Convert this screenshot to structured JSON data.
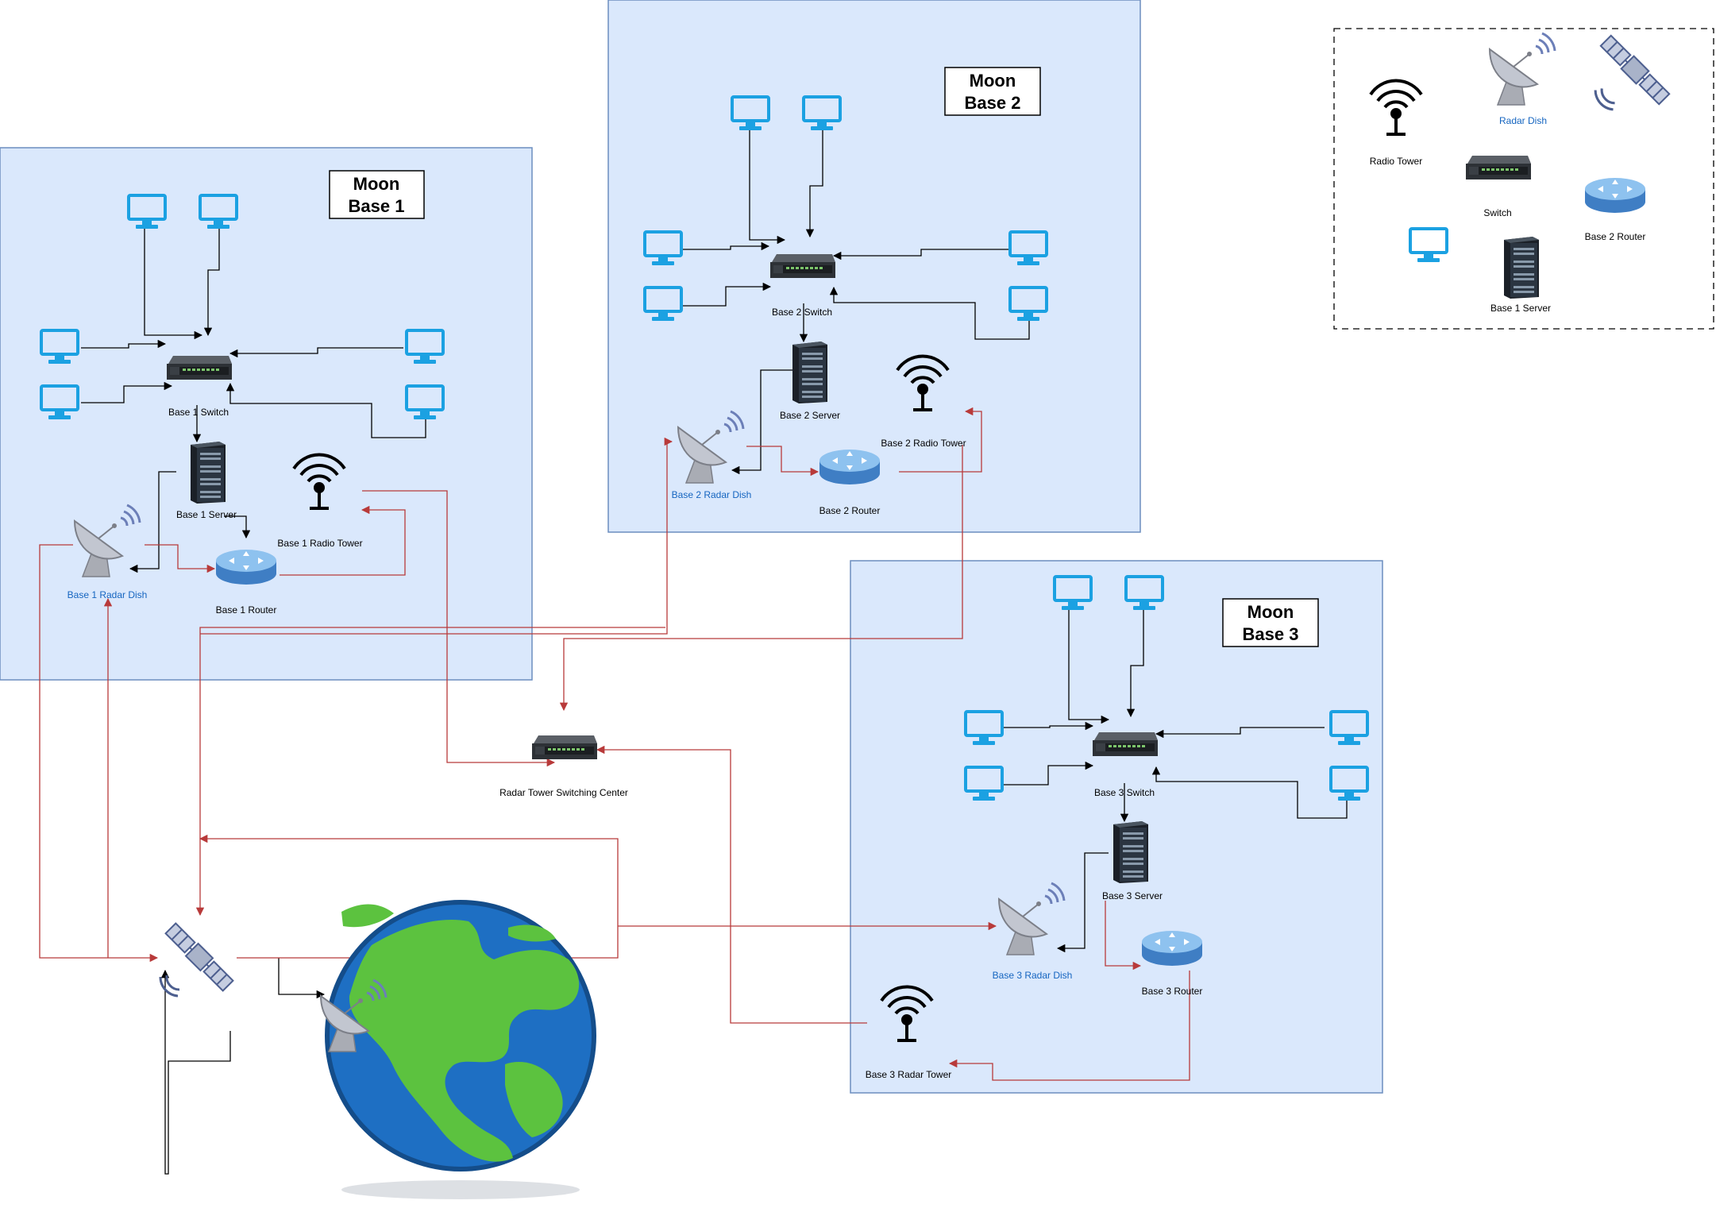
{
  "bases": [
    {
      "title_line1": "Moon",
      "title_line2": "Base 1",
      "switch": "Base 1 Switch",
      "server": "Base 1 Server",
      "radio_tower": "Base 1 Radio Tower",
      "router": "Base 1 Router",
      "radar_dish": "Base 1 Radar Dish"
    },
    {
      "title_line1": "Moon",
      "title_line2": "Base 2",
      "switch": "Base 2 Switch",
      "server": "Base 2 Server",
      "radio_tower": "Base 2 Radio Tower",
      "router": "Base 2 Router",
      "radar_dish": "Base 2 Radar Dish"
    },
    {
      "title_line1": "Moon",
      "title_line2": "Base 3",
      "switch": "Base 3 Switch",
      "server": "Base 3 Server",
      "radio_tower": "Base 3 Radar Tower",
      "router": "Base 3 Router",
      "radar_dish": "Base 3 Radar Dish"
    }
  ],
  "center": {
    "switching_center": "Radar Tower Switching Center"
  },
  "legend": {
    "radio_tower": "Radio Tower",
    "radar_dish": "Radar Dish",
    "switch": "Switch",
    "router": "Base 2 Router",
    "server": "Base 1 Server"
  },
  "colors": {
    "base_fill": "#dae8fc",
    "base_stroke": "#6c8ebf",
    "link_black": "#000000",
    "link_red": "#b83a3a",
    "monitor": "#1ba1e2",
    "radar_label": "#1565c0"
  }
}
